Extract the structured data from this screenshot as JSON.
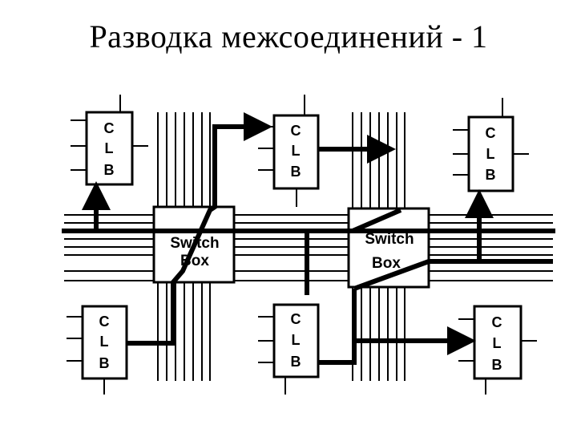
{
  "slide": {
    "title": "Разводка межсоединений - 1"
  },
  "clb_label": {
    "line1": "C",
    "line2": "L",
    "line3": "B"
  },
  "switch_box_label": {
    "line1": "Switch",
    "line2": "Box"
  },
  "colors": {
    "ink": "#000000",
    "background": "#ffffff"
  }
}
